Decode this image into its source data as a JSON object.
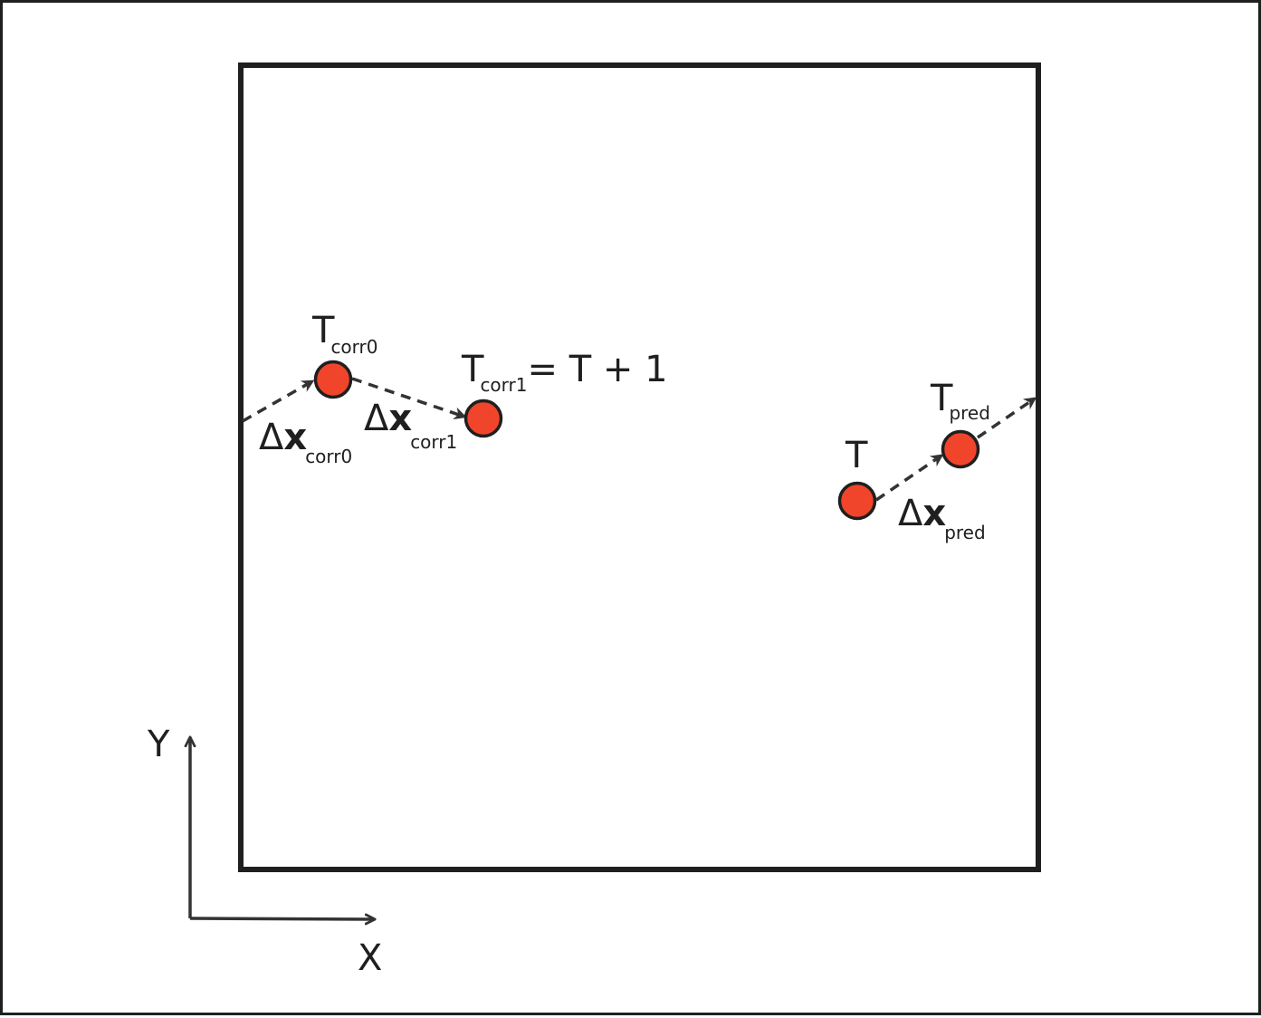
{
  "colors": {
    "node_fill": "#f0452b",
    "stroke": "#1f1f1f",
    "arrow": "#333333"
  },
  "labels": {
    "t_corr0": {
      "base": "T",
      "sub": "corr0"
    },
    "t_corr1": {
      "base": "T",
      "sub": "corr1",
      "suffix": "= T + 1"
    },
    "t": {
      "base": "T"
    },
    "t_pred": {
      "base": "T",
      "sub": "pred"
    },
    "dx_corr0": {
      "delta": "Δ",
      "x": "x",
      "sub": "corr0"
    },
    "dx_corr1": {
      "delta": "Δ",
      "x": "x",
      "sub": "corr1"
    },
    "dx_pred": {
      "delta": "Δ",
      "x": "x",
      "sub": "pred"
    }
  },
  "axes": {
    "x_label": "X",
    "y_label": "Y"
  }
}
